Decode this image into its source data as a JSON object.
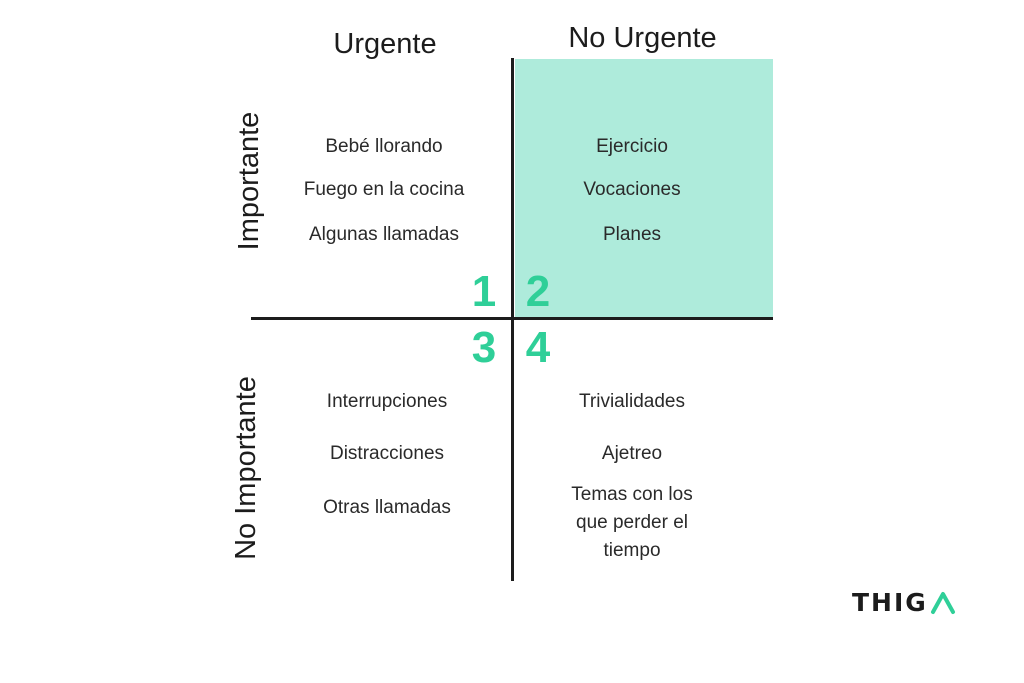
{
  "colors": {
    "highlight": "#aeebdb",
    "accent": "#2fcf98",
    "ink": "#1c1c1c"
  },
  "columns": {
    "urgent": "Urgente",
    "not_urgent": "No Urgente"
  },
  "rows": {
    "important": "Importante",
    "not_important": "No Importante"
  },
  "quadrants": {
    "q1": {
      "number": "1",
      "items": [
        "Bebé llorando",
        "Fuego en la cocina",
        "Algunas llamadas"
      ]
    },
    "q2": {
      "number": "2",
      "items": [
        "Ejercicio",
        "Vocaciones",
        "Planes"
      ]
    },
    "q3": {
      "number": "3",
      "items": [
        "Interrupciones",
        "Distracciones",
        "Otras llamadas"
      ]
    },
    "q4": {
      "number": "4",
      "items": [
        "Trivialidades",
        "Ajetreo",
        "Temas con los que perder el tiempo"
      ]
    }
  },
  "logo": {
    "text": "THIG",
    "glyph": "chevron-up-icon"
  }
}
